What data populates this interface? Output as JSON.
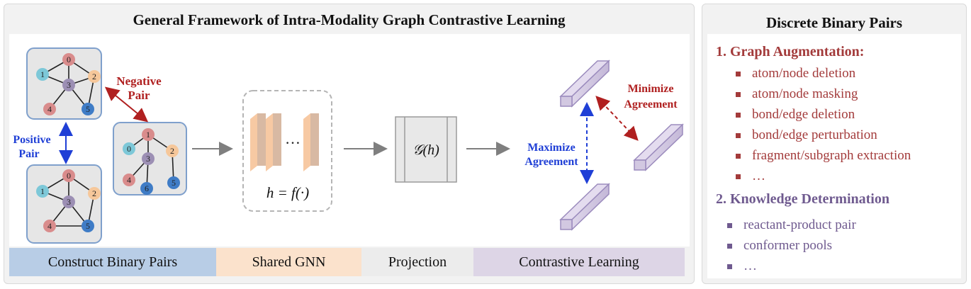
{
  "left_panel": {
    "title": "General Framework of Intra-Modality Graph Contrastive Learning"
  },
  "annotations": {
    "negative_pair_line1": "Negative",
    "negative_pair_line2": "Pair",
    "positive_pair_line1": "Positive",
    "positive_pair_line2": "Pair",
    "gnn_ellipsis": "…",
    "gnn_formula": "h = f(·)",
    "projection_formula": "𝒢(h)",
    "maximize_line1": "Maximize",
    "maximize_line2": "Agreement",
    "minimize_line1": "Minimize",
    "minimize_line2": "Agreement"
  },
  "graph_nodes": {
    "top": [
      "0",
      "1",
      "2",
      "3",
      "4",
      "5"
    ],
    "right": [
      "0",
      "1",
      "2",
      "3",
      "4",
      "5",
      "6"
    ],
    "bottom": [
      "0",
      "1",
      "2",
      "3",
      "4",
      "5"
    ]
  },
  "stages": [
    {
      "label": "Construct Binary Pairs",
      "color": "#b8cde6"
    },
    {
      "label": "Shared GNN",
      "color": "#fbe2cc"
    },
    {
      "label": "Projection",
      "color": "#ececec"
    },
    {
      "label": "Contrastive Learning",
      "color": "#ddd5e6"
    }
  ],
  "right_panel": {
    "title": "Discrete Binary Pairs",
    "section1_title": "1. Graph Augmentation:",
    "section1_items": [
      "atom/node deletion",
      "atom/node masking",
      "bond/edge deletion",
      "bond/edge perturbation",
      "fragment/subgraph extraction",
      "…"
    ],
    "section2_title": "2. Knowledge Determination",
    "section2_items": [
      "reactant-product pair",
      "conformer pools",
      "…"
    ]
  },
  "colors": {
    "negative": "#b02020",
    "positive": "#1f3fd6",
    "augmentation": "#a33b3b",
    "knowledge": "#6f5a8f",
    "node_red": "#d98c8c",
    "node_cyan": "#7dc8d8",
    "node_orange": "#f6c79a",
    "node_purple": "#9c8fb4",
    "node_blue": "#3f7cc6"
  }
}
